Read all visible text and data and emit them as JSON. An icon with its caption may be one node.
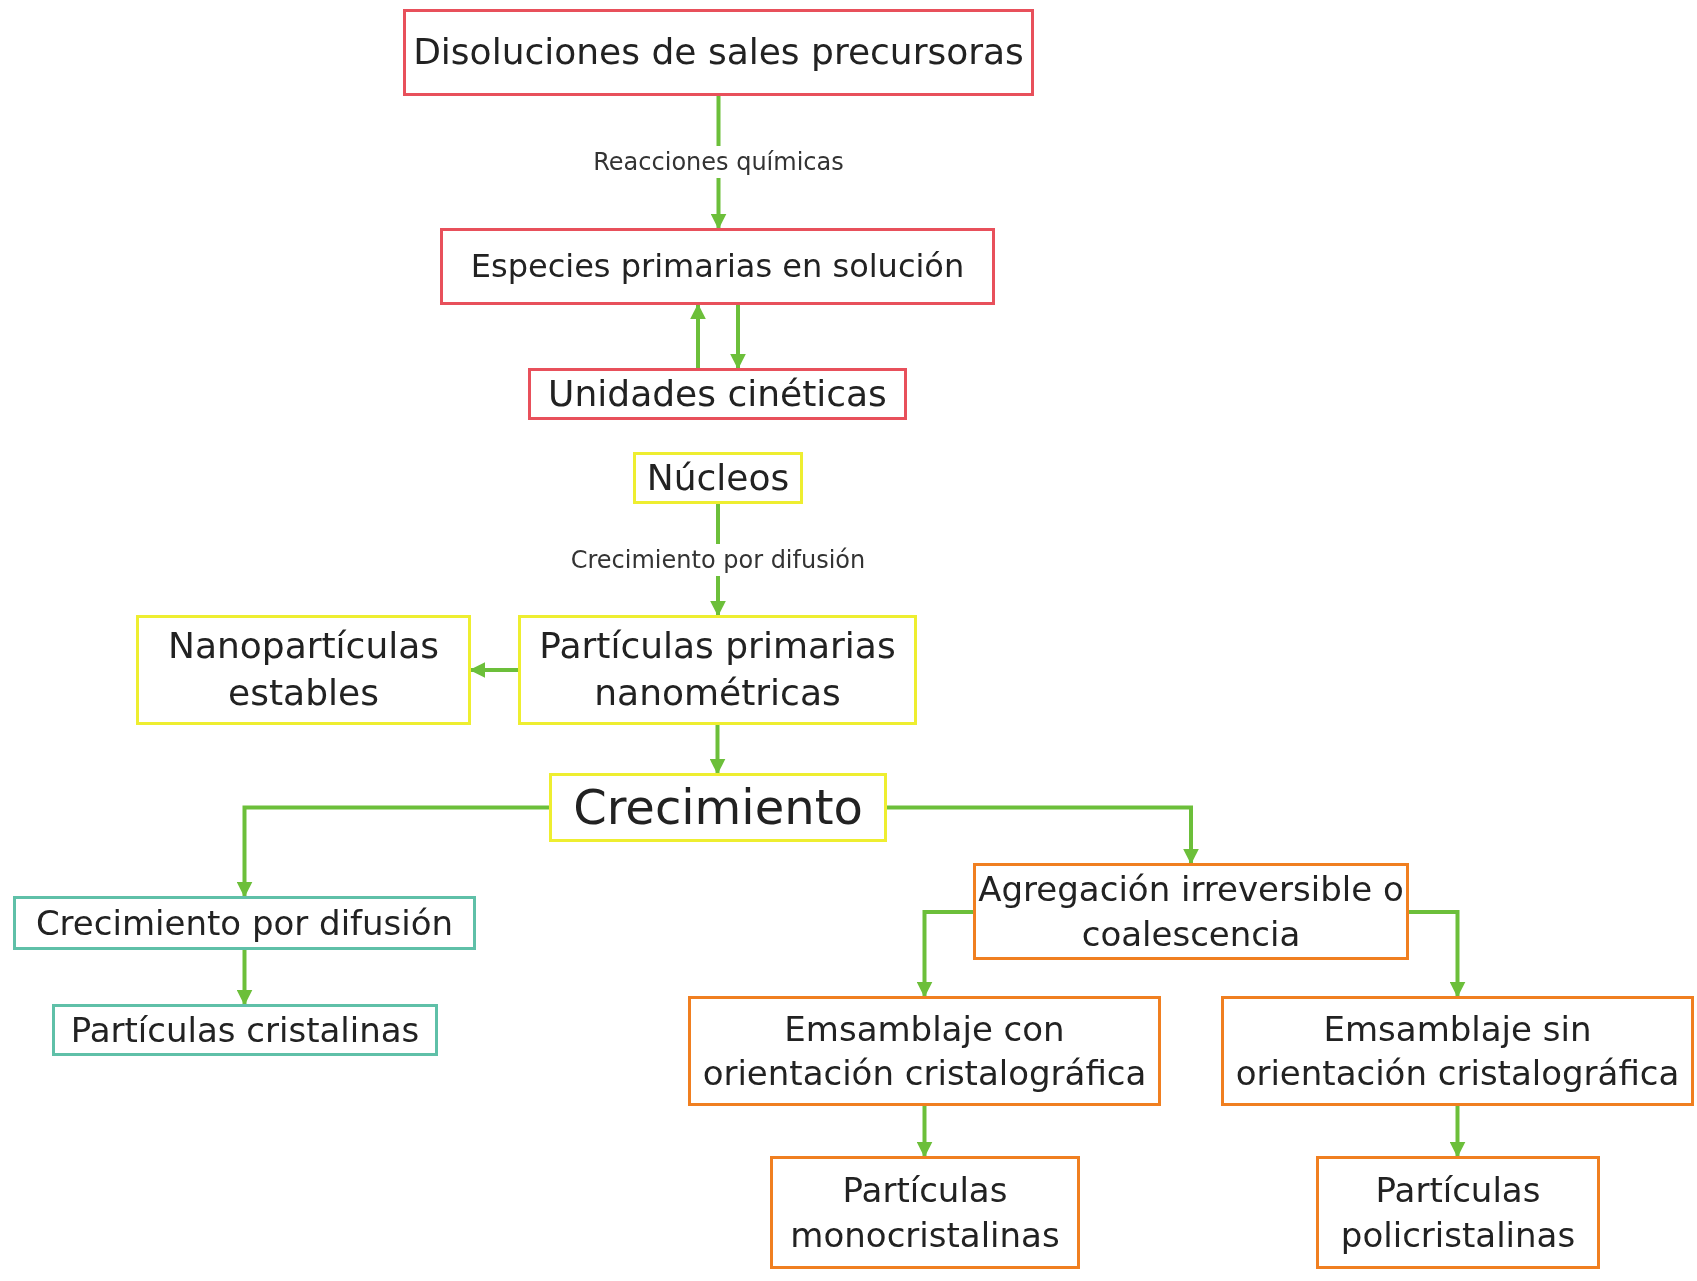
{
  "diagram": {
    "nodes": [
      {
        "text": [
          "Disoluciones de sales precursoras"
        ]
      },
      {
        "text": [
          "Especies primarias en solución"
        ]
      },
      {
        "text": [
          "Unidades cinéticas"
        ]
      },
      {
        "text": [
          "Núcleos"
        ]
      },
      {
        "text": [
          "Nanopartículas estables"
        ]
      },
      {
        "text": [
          "Partículas primarias nanométricas"
        ]
      },
      {
        "text": [
          "Crecimiento"
        ]
      },
      {
        "text": [
          "Crecimiento por difusión"
        ]
      },
      {
        "text": [
          "Partículas cristalinas"
        ]
      },
      {
        "text": [
          "Agregación irreversible o coalescencia"
        ]
      },
      {
        "text": [
          "Emsamblaje con orientación cristalográfica"
        ]
      },
      {
        "text": [
          "Emsamblaje sin orientación cristalográfica"
        ]
      },
      {
        "text": [
          "Partículas monocristalinas"
        ]
      },
      {
        "text": [
          "Partículas policristalinas"
        ]
      }
    ],
    "edges": [
      {
        "from": 0,
        "to": 1,
        "arrow": "to",
        "label": "Reacciones químicas"
      },
      {
        "from": 1,
        "to": 2,
        "arrow": "to"
      },
      {
        "from": 2,
        "to": 1,
        "arrow": "to"
      },
      {
        "from": 3,
        "to": 5,
        "arrow": "to",
        "label": "Crecimiento por difusión"
      },
      {
        "from": 5,
        "to": 4,
        "arrow": "to"
      },
      {
        "from": 5,
        "to": 6,
        "arrow": "to"
      },
      {
        "from": 6,
        "to": 7,
        "arrow": "to"
      },
      {
        "from": 6,
        "to": 9,
        "arrow": "to"
      },
      {
        "from": 7,
        "to": 8,
        "arrow": "to"
      },
      {
        "from": 9,
        "to": 10,
        "arrow": "to"
      },
      {
        "from": 9,
        "to": 11,
        "arrow": "to"
      },
      {
        "from": 10,
        "to": 12,
        "arrow": "to"
      },
      {
        "from": 11,
        "to": 13,
        "arrow": "to"
      }
    ]
  }
}
